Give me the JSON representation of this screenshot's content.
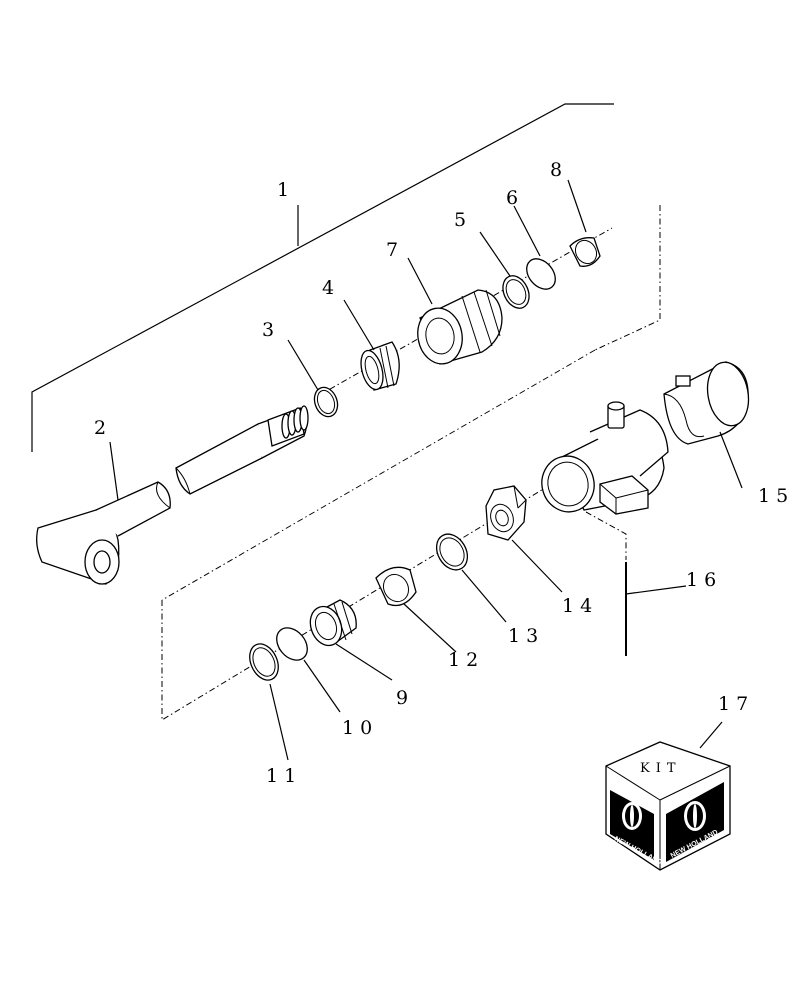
{
  "callouts": {
    "c1": "1",
    "c2": "2",
    "c3": "3",
    "c4": "4",
    "c5": "5",
    "c6": "6",
    "c7": "7",
    "c8": "8",
    "c9": "9",
    "c10": "10",
    "c11": "11",
    "c12": "12",
    "c13": "13",
    "c14": "14",
    "c15": "15",
    "c16": "16",
    "c17": "17"
  },
  "kit": {
    "label": "KIT",
    "brand_left": "NEW HOLLAND",
    "brand_right": "NEW HOLLAND"
  },
  "colors": {
    "ink": "#000000",
    "paper": "#ffffff"
  }
}
